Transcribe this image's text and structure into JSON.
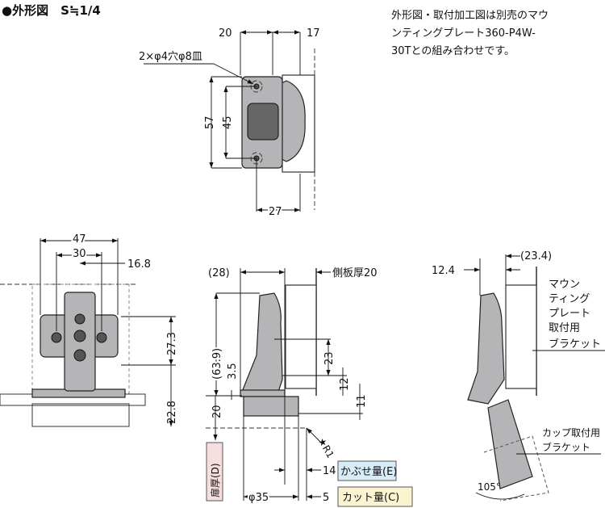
{
  "title": "●外形図　S≒1/4",
  "note": [
    "外形図・取付加工図は別売のマウ",
    "ンティングプレート360-P4W-",
    "30Tとの組み合わせです。"
  ],
  "top_view": {
    "dim_20": "20",
    "dim_17": "17",
    "hole_label": "2×φ4穴φ8皿",
    "dim_57": "57",
    "dim_45": "45",
    "dim_27": "27"
  },
  "front_view": {
    "dim_47": "47",
    "dim_30": "30",
    "dim_16_8": "16.8",
    "dim_27_3": "27.3",
    "dim_22_8": "22.8"
  },
  "side_view": {
    "dim_28": "(28)",
    "side_panel": "側板厚20",
    "dim_63_9": "(63.9)",
    "dim_3_5": "3.5",
    "dim_23": "23",
    "dim_12": "12",
    "dim_11": "11",
    "dim_20": "20",
    "door_thickness": "扉厚(D)",
    "radius": "★R1",
    "dim_14": "14",
    "overlay": "かぶせ量(E)",
    "dim_35": "φ35",
    "dim_5": "5",
    "cut": "カット量(C)"
  },
  "open_view": {
    "dim_12_4": "12.4",
    "dim_23_4": "(23.4)",
    "plate_bracket": [
      "マウン",
      "ティング",
      "プレート",
      "取付用",
      "ブラケット"
    ],
    "cup_bracket": [
      "カップ取付用",
      "ブラケット"
    ],
    "angle": "105°"
  },
  "colors": {
    "part": "#b5b5b8",
    "door_label_bg": "#f7dede",
    "overlay_bg": "#d6ecf7",
    "cut_bg": "#fbf4d0"
  }
}
